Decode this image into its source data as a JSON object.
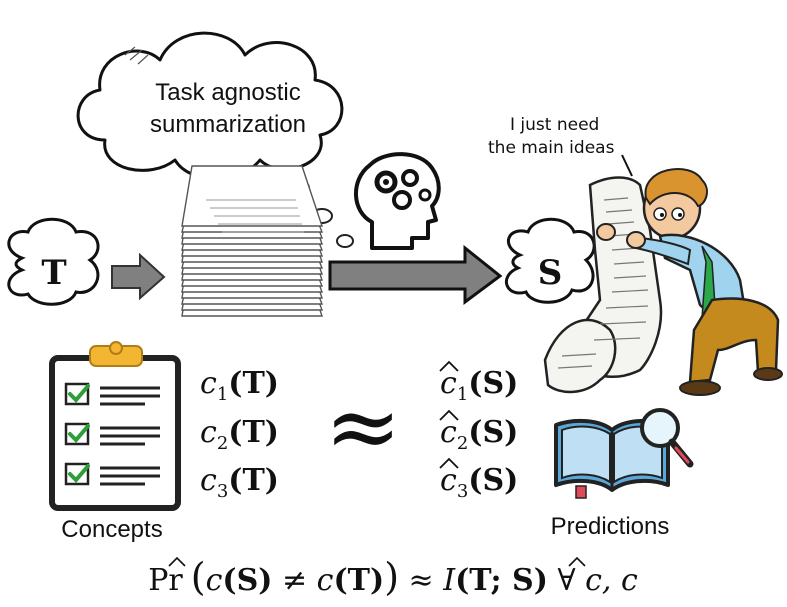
{
  "thought_cloud": {
    "line1": "Task agnostic",
    "line2": "summarization"
  },
  "speech": {
    "line1": "I just need",
    "line2": "the main ideas"
  },
  "source_node": {
    "label": "T"
  },
  "summary_node": {
    "label": "S"
  },
  "concepts": {
    "label": "Concepts",
    "items": [
      {
        "sym": "c",
        "sub": "1",
        "arg": "(T)"
      },
      {
        "sym": "c",
        "sub": "2",
        "arg": "(T)"
      },
      {
        "sym": "c",
        "sub": "3",
        "arg": "(T)"
      }
    ]
  },
  "predictions": {
    "label": "Predictions",
    "items": [
      {
        "sym": "c",
        "sub": "1",
        "arg": "(S)"
      },
      {
        "sym": "c",
        "sub": "2",
        "arg": "(S)"
      },
      {
        "sym": "c",
        "sub": "3",
        "arg": "(S)"
      }
    ]
  },
  "approx_symbol": "≈",
  "formula": {
    "pr": "Pr",
    "lparen": "(",
    "c": "c",
    "argS": "(S)",
    "neq": " ≠ ",
    "c2": "c",
    "argT": "(T)",
    "rparen": ")",
    "approx": " ≈ ",
    "mi": "I",
    "miargs": "(T; S)",
    "forall": " ∀ ",
    "quant": "c, c"
  },
  "icons": {
    "checklist": "clipboard-checklist-icon",
    "book": "open-book-magnifier-icon",
    "head": "head-gears-icon",
    "docs": "document-stack-icon",
    "person": "person-reading-scroll-icon"
  },
  "colors": {
    "check": "#2e9e3a",
    "arrow": "#7f7f7f",
    "book": "#5aa8d8",
    "tie": "#2aa84a",
    "clip": "#f2b632"
  }
}
